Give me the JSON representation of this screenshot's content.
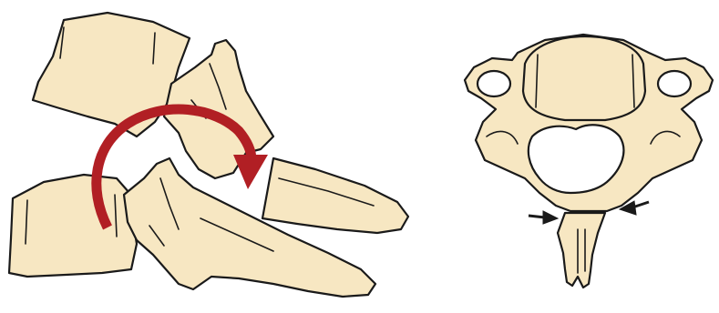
{
  "colors": {
    "bone_fill": "#f7e7c2",
    "outline": "#1a1a1a",
    "rotation_arrow": "#b11f24",
    "background": "#ffffff"
  },
  "panels": [
    {
      "id": "lateral-view",
      "elements": [
        "upper-vertebra",
        "lower-vertebra",
        "fractured-spinous-process",
        "rotation-arrow"
      ]
    },
    {
      "id": "axial-view",
      "elements": [
        "vertebral-body",
        "transverse-foramen-left",
        "transverse-foramen-right",
        "spinal-canal",
        "fractured-spinous-process",
        "compression-arrow-left",
        "compression-arrow-right"
      ]
    }
  ]
}
